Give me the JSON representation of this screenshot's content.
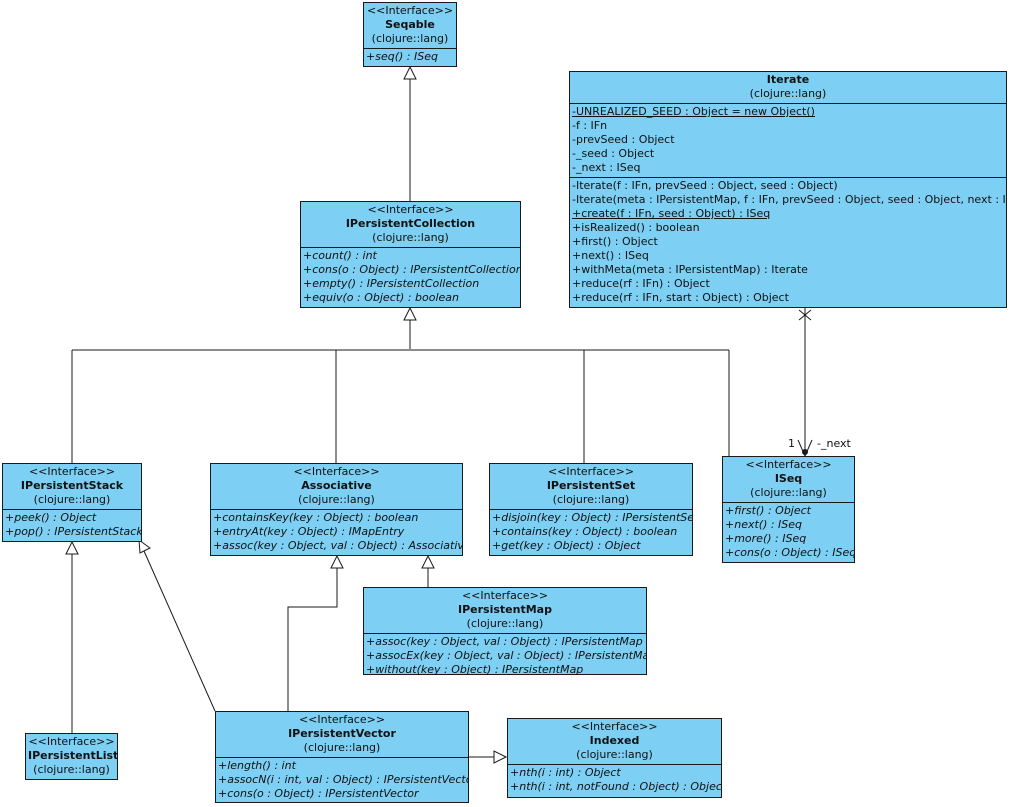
{
  "classes": {
    "seqable": {
      "stereotype": "<<Interface>>",
      "name": "Seqable",
      "pkg": "(clojure::lang)",
      "ops": [
        "+seq() : ISeq"
      ]
    },
    "ipc": {
      "stereotype": "<<Interface>>",
      "name": "IPersistentCollection",
      "pkg": "(clojure::lang)",
      "ops": [
        "+count() : int",
        "+cons(o : Object) : IPersistentCollection",
        "+empty() : IPersistentCollection",
        "+equiv(o : Object) : boolean"
      ]
    },
    "iterate": {
      "name": "Iterate",
      "pkg": "(clojure::lang)",
      "attrs": [
        "-UNREALIZED_SEED : Object = new Object()",
        "-f : IFn",
        "-prevSeed : Object",
        "-_seed : Object",
        "-_next : ISeq"
      ],
      "ops": [
        "-Iterate(f : IFn, prevSeed : Object, seed : Object)",
        "-Iterate(meta : IPersistentMap, f : IFn, prevSeed : Object, seed : Object, next : IS...",
        "+create(f : IFn, seed : Object) : ISeq",
        "+isRealized() : boolean",
        "+first() : Object",
        "+next() : ISeq",
        "+withMeta(meta : IPersistentMap) : Iterate",
        "+reduce(rf : IFn) : Object",
        "+reduce(rf : IFn, start : Object) : Object"
      ]
    },
    "stack": {
      "stereotype": "<<Interface>>",
      "name": "IPersistentStack",
      "pkg": "(clojure::lang)",
      "ops": [
        "+peek() : Object",
        "+pop() : IPersistentStack"
      ]
    },
    "assoc": {
      "stereotype": "<<Interface>>",
      "name": "Associative",
      "pkg": "(clojure::lang)",
      "ops": [
        "+containsKey(key : Object) : boolean",
        "+entryAt(key : Object) : IMapEntry",
        "+assoc(key : Object, val : Object) : Associative"
      ]
    },
    "set": {
      "stereotype": "<<Interface>>",
      "name": "IPersistentSet",
      "pkg": "(clojure::lang)",
      "ops": [
        "+disjoin(key : Object) : IPersistentSet",
        "+contains(key : Object) : boolean",
        "+get(key : Object) : Object"
      ]
    },
    "iseq": {
      "stereotype": "<<Interface>>",
      "name": "ISeq",
      "pkg": "(clojure::lang)",
      "ops": [
        "+first() : Object",
        "+next() : ISeq",
        "+more() : ISeq",
        "+cons(o : Object) : ISeq"
      ]
    },
    "map": {
      "stereotype": "<<Interface>>",
      "name": "IPersistentMap",
      "pkg": "(clojure::lang)",
      "ops": [
        "+assoc(key : Object, val : Object) : IPersistentMap",
        "+assocEx(key : Object, val : Object) : IPersistentMap",
        "+without(key : Object) : IPersistentMap"
      ]
    },
    "list": {
      "stereotype": "<<Interface>>",
      "name": "IPersistentList",
      "pkg": "(clojure::lang)"
    },
    "vector": {
      "stereotype": "<<Interface>>",
      "name": "IPersistentVector",
      "pkg": "(clojure::lang)",
      "ops": [
        "+length() : int",
        "+assocN(i : int, val : Object) : IPersistentVector",
        "+cons(o : Object) : IPersistentVector"
      ]
    },
    "indexed": {
      "stereotype": "<<Interface>>",
      "name": "Indexed",
      "pkg": "(clojure::lang)",
      "ops": [
        "+nth(i : int) : Object",
        "+nth(i : int, notFound : Object) : Object"
      ]
    }
  },
  "association": {
    "multiplicity": "1",
    "role": "-_next"
  }
}
